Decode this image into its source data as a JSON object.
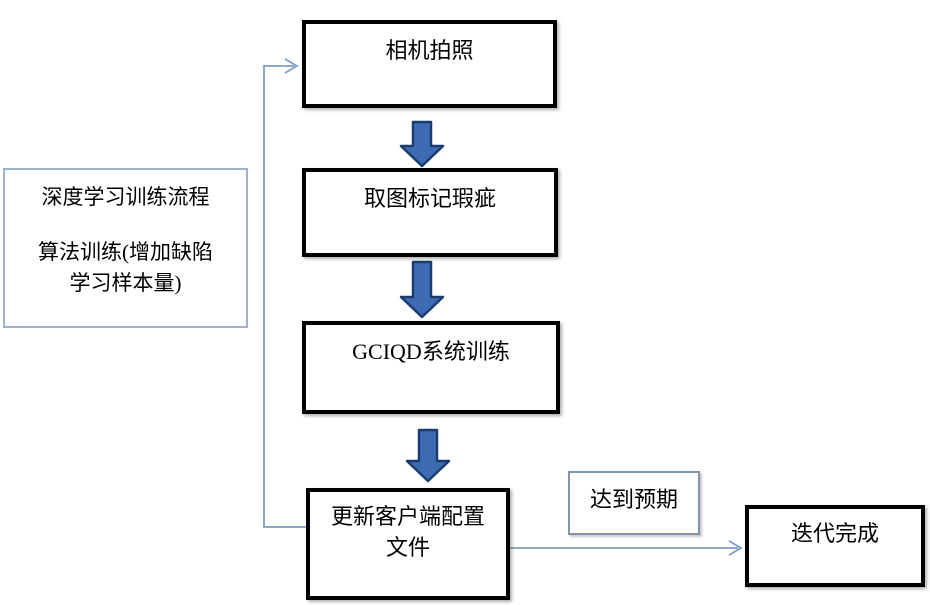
{
  "diagram_type": "flowchart",
  "nodes": {
    "camera": {
      "label": "相机拍照"
    },
    "mark_defects": {
      "label": "取图标记瑕疵"
    },
    "system_training": {
      "label": "GCIQD系统训练"
    },
    "update_config": {
      "label_line1": "更新客户端配置",
      "label_line2": "文件"
    },
    "iteration_done": {
      "label": "迭代完成"
    }
  },
  "annotations": {
    "side_note": {
      "line1": "深度学习训练流程",
      "line2": "算法训练(增加缺陷",
      "line3": "学习样本量)"
    },
    "expectation": {
      "label": "达到预期"
    }
  },
  "edges": [
    {
      "from": "camera",
      "to": "mark_defects",
      "style": "block-arrow-down"
    },
    {
      "from": "mark_defects",
      "to": "system_training",
      "style": "block-arrow-down"
    },
    {
      "from": "system_training",
      "to": "update_config",
      "style": "block-arrow-down"
    },
    {
      "from": "update_config",
      "to": "camera",
      "style": "thin-arrow",
      "route": "left-feedback-loop"
    },
    {
      "from": "update_config",
      "to": "iteration_done",
      "style": "thin-arrow",
      "label": "达到预期"
    }
  ],
  "colors": {
    "background": "#FFFFFF",
    "text": "#000000",
    "process_box_border": "#000000",
    "note_box_border": "#9CB0D0",
    "expect_box_border": "#8094B0",
    "block_arrow_fill": "#3E6CB3",
    "block_arrow_border": "#1B3C6E",
    "connector_line": "#7F9CC4"
  }
}
